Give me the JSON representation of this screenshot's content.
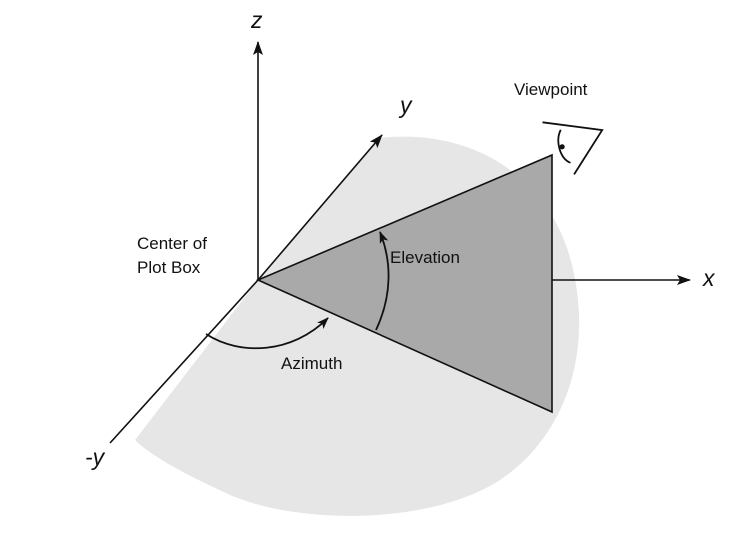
{
  "diagram": {
    "axis_labels": {
      "z": "z",
      "y": "y",
      "x": "x",
      "neg_y": "-y"
    },
    "labels": {
      "viewpoint": "Viewpoint",
      "center_line1": "Center of",
      "center_line2": "Plot Box",
      "elevation": "Elevation",
      "azimuth": "Azimuth"
    },
    "colors": {
      "background": "#ffffff",
      "ellipse_fill": "#e6e6e6",
      "triangle_fill": "#a9a9a9",
      "stroke": "#111111"
    },
    "icons": [
      "eye-icon"
    ]
  }
}
